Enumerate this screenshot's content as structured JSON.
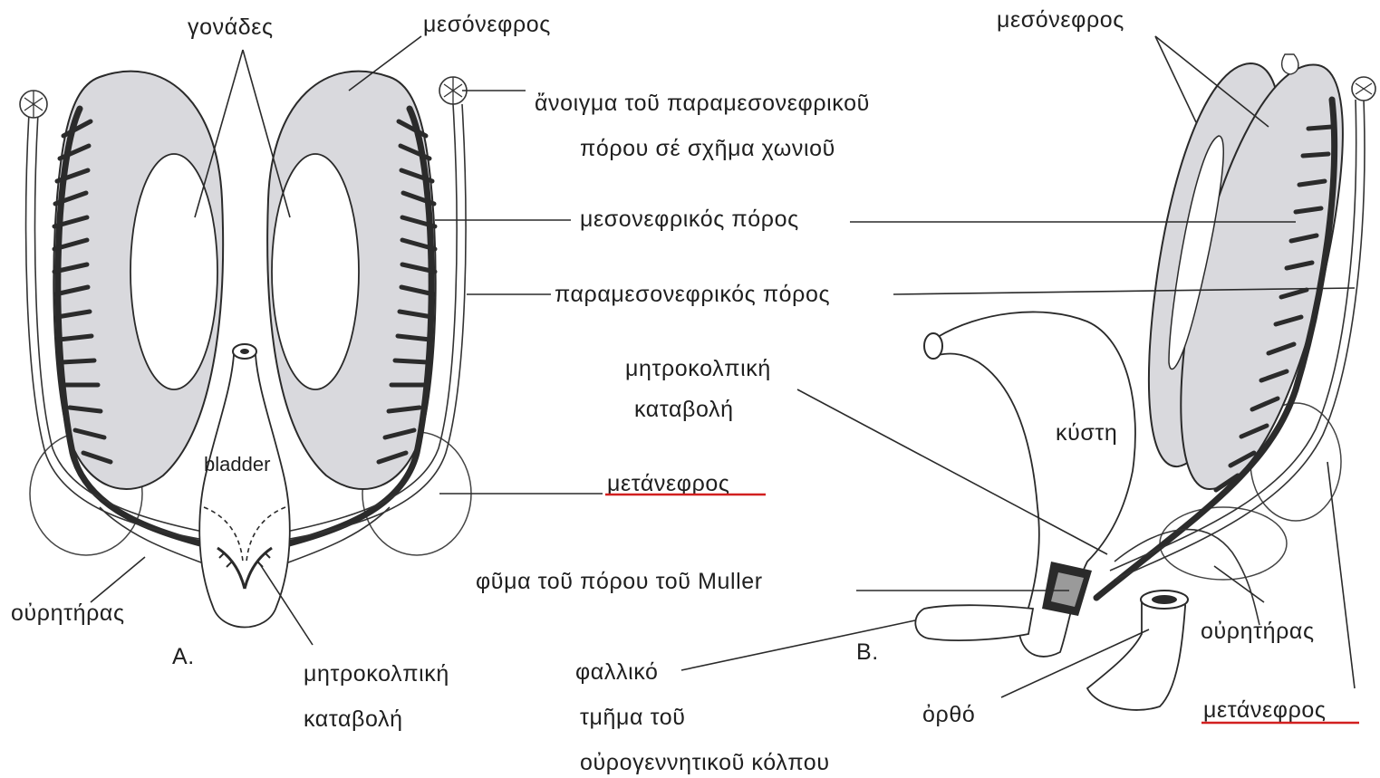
{
  "labels": {
    "gonades": "γονάδες",
    "mesonephros_a": "μεσόνεφρος",
    "mesonephros_b": "μεσόνεφρος",
    "funnel_opening_1": "ἄνοιγμα τοῦ παραμεσονεφρικοῦ",
    "funnel_opening_2": "πόρου σέ σχῆμα χωνιοῦ",
    "mesonephric_duct": "μεσονεφρικός πόρος",
    "paramesonephric_duct": "παραμεσονεφρικός πόρος",
    "uterovaginal_b_1": "μητροκολπική",
    "uterovaginal_b_2": "καταβολή",
    "bladder_b": "κύστη",
    "bladder_a": "bladder",
    "metanephros_center": "μετάνεφρος",
    "muller_tubercle": "φῦμα τοῦ πόρου τοῦ Muller",
    "ureter_a": "οὐρητήρας",
    "ureter_b": "οὐρητήρας",
    "panel_a": "A.",
    "panel_b": "B.",
    "uterovaginal_a_1": "μητροκολπική",
    "uterovaginal_a_2": "καταβολή",
    "phallic_1": "φαλλικό",
    "phallic_2": "τμῆμα τοῦ",
    "phallic_3": "οὐρογεννητικοῦ κόλπου",
    "rectum": "ὀρθό",
    "metanephros_right": "μετάνεφρος"
  },
  "colors": {
    "organ_fill": "#d9d9dd",
    "line": "#2a2a2a",
    "underline": "#d21f1f"
  }
}
